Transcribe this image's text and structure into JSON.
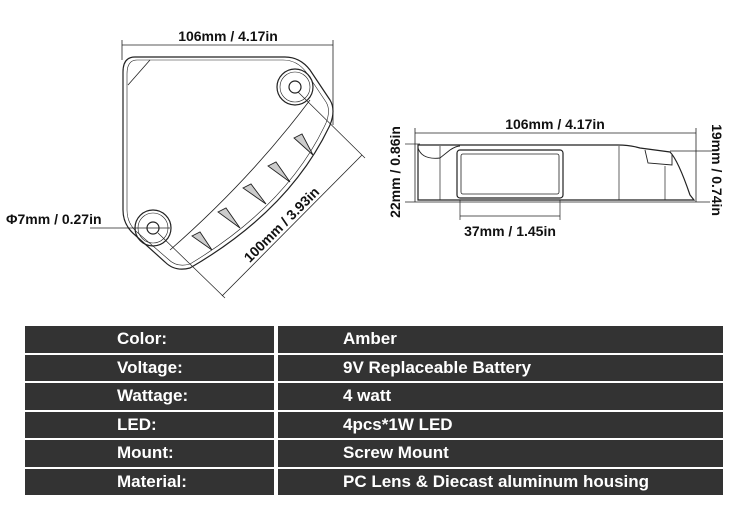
{
  "top_view": {
    "width_label": "106mm / 4.17in",
    "hole_label": "Φ7mm / 0.27in",
    "diagonal_label": "100mm / 3.93in"
  },
  "side_view": {
    "width_label": "106mm / 4.17in",
    "height_left_label": "22mm / 0.86in",
    "height_right_label": "19mm / 0.74in",
    "window_label": "37mm / 1.45in"
  },
  "specs": [
    {
      "label": "Color:",
      "value": "Amber"
    },
    {
      "label": "Voltage:",
      "value": "9V Replaceable Battery"
    },
    {
      "label": "Wattage:",
      "value": "4 watt"
    },
    {
      "label": "LED:",
      "value": "4pcs*1W LED"
    },
    {
      "label": "Mount:",
      "value": "Screw Mount"
    },
    {
      "label": "Material:",
      "value": "PC Lens & Diecast aluminum housing"
    }
  ]
}
